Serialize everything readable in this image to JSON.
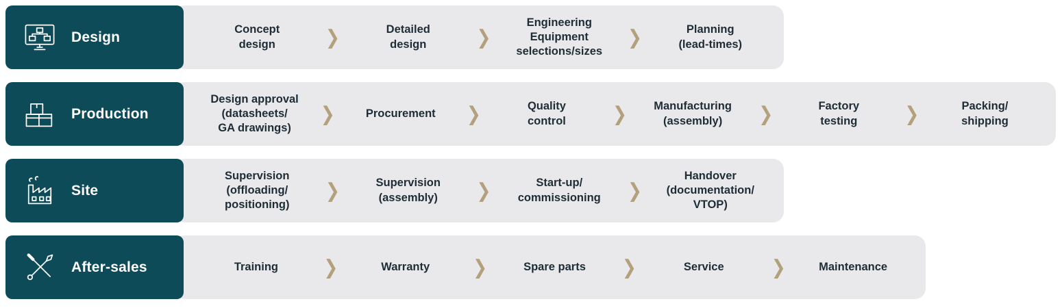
{
  "colors": {
    "label_bg": "#0d4b59",
    "bar_bg": "#e9e9eb",
    "chevron": "#b2a17c",
    "step_text": "#1e2c36",
    "label_text": "#ffffff"
  },
  "chevron_glyph": "❯",
  "rows": [
    {
      "label": "Design",
      "icon": "monitor-flowchart-icon",
      "steps": [
        "Concept\ndesign",
        "Detailed\ndesign",
        "Engineering\nEquipment\nselections/sizes",
        "Planning\n(lead-times)"
      ]
    },
    {
      "label": "Production",
      "icon": "crates-icon",
      "steps": [
        "Design approval\n(datasheets/\nGA drawings)",
        "Procurement",
        "Quality\ncontrol",
        "Manufacturing\n(assembly)",
        "Factory\ntesting",
        "Packing/\nshipping"
      ]
    },
    {
      "label": "Site",
      "icon": "factory-icon",
      "steps": [
        "Supervision\n(offloading/\npositioning)",
        "Supervision\n(assembly)",
        "Start-up/\ncommissioning",
        "Handover\n(documentation/\nVTOP)"
      ]
    },
    {
      "label": "After-sales",
      "icon": "tools-icon",
      "steps": [
        "Training",
        "Warranty",
        "Spare parts",
        "Service",
        "Maintenance"
      ]
    }
  ]
}
